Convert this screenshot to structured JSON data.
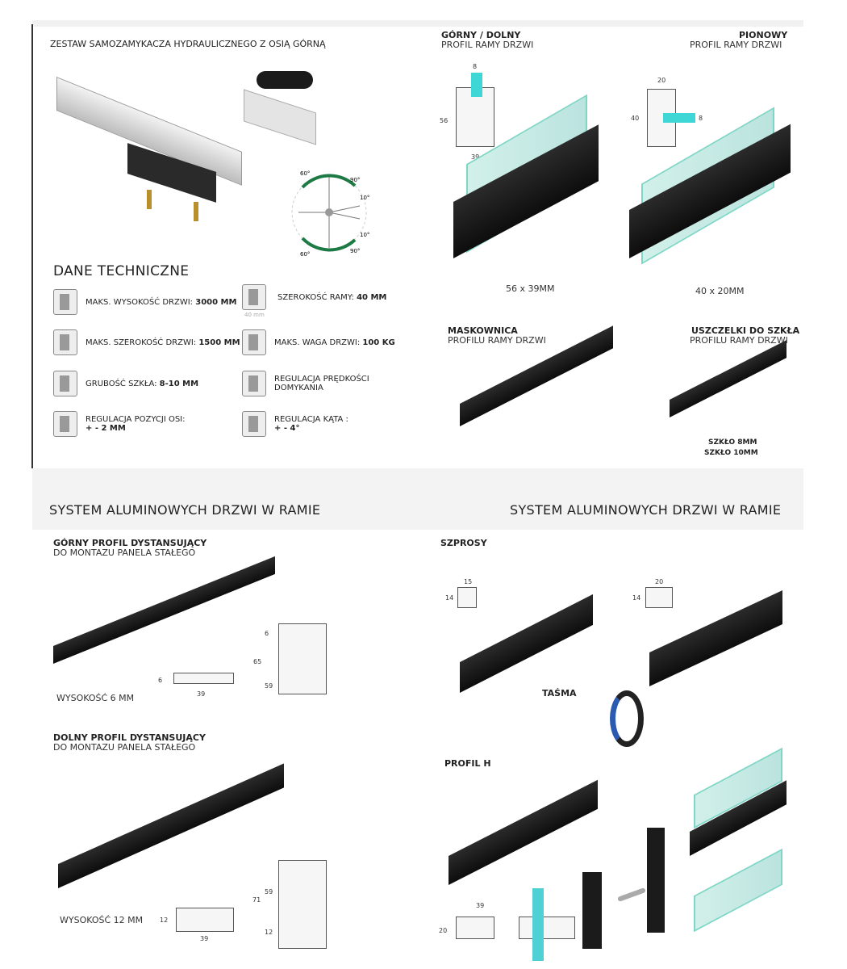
{
  "closer_kit": {
    "title": "ZESTAW SAMOZAMYKACZA HYDRAULICZNEGO Z OSIĄ GÓRNĄ",
    "angles": [
      "60°",
      "90°",
      "10°",
      "60°",
      "90°",
      "10°"
    ]
  },
  "tech": {
    "title": "DANE TECHNICZNE",
    "specs": [
      {
        "label": "MAKS. WYSOKOŚĆ DRZWI: ",
        "value": "3000 MM",
        "icon": "door-height-icon"
      },
      {
        "label": "SZEROKOŚĆ RAMY: ",
        "value": "40 MM",
        "icon": "frame-width-icon",
        "caption": "40 mm"
      },
      {
        "label": "MAKS. SZEROKOŚĆ DRZWI: ",
        "value": "1500 MM",
        "icon": "door-width-icon"
      },
      {
        "label": "MAKS. WAGA DRZWI: ",
        "value": "100 KG",
        "icon": "weight-icon"
      },
      {
        "label": "GRUBOŚĆ SZKŁA: ",
        "value": "8-10 MM",
        "icon": "glass-thickness-icon"
      },
      {
        "label": "REGULACJA PRĘDKOŚCI DOMYKANIA",
        "value": "",
        "icon": "speed-icon"
      },
      {
        "label": "REGULACJA POZYCJI OSI:",
        "value": "+ - 2 MM",
        "icon": "axis-position-icon"
      },
      {
        "label": "REGULACJA KĄTA :",
        "value": "+ - 4°",
        "icon": "angle-icon"
      }
    ]
  },
  "profiles": {
    "top_bottom": {
      "title": "GÓRNY / DOLNY",
      "subtitle": "PROFIL RAMY DRZWI",
      "size": "56 x 39MM",
      "dims": [
        "8",
        "56",
        "39"
      ]
    },
    "vertical": {
      "title": "PIONOWY",
      "subtitle": "PROFIL RAMY DRZWI",
      "size": "40 x 20MM",
      "dims": [
        "20",
        "40",
        "8"
      ]
    },
    "cover": {
      "title": "MASKOWNICA",
      "subtitle": "PROFILU RAMY DRZWI"
    },
    "seals": {
      "title": "USZCZELKI DO SZKŁA",
      "subtitle": "PROFILU RAMY DRZWI",
      "notes": [
        "SZKŁO 8MM",
        "SZKŁO 10MM"
      ]
    }
  },
  "section_headers": [
    "SYSTEM ALUMINOWYCH DRZWI W RAMIE",
    "SYSTEM ALUMINOWYCH DRZWI W RAMIE"
  ],
  "spacers": {
    "top": {
      "title": "GÓRNY PROFIL DYSTANSUJĄCY",
      "subtitle": "DO MONTAZU PANELA STAŁEGO",
      "height": "WYSOKOŚĆ 6 MM",
      "dims": [
        "6",
        "39",
        "6",
        "65",
        "59"
      ]
    },
    "bottom": {
      "title": "DOLNY PROFIL DYSTANSUJĄCY",
      "subtitle": "DO MONTAZU PANELA STAŁEGO",
      "height": "WYSOKOŚĆ 12 MM",
      "dims": [
        "12",
        "39",
        "71",
        "59",
        "12"
      ]
    }
  },
  "muntins": {
    "title": "SZPROSY",
    "dims_a": [
      "15",
      "14"
    ],
    "dims_b": [
      "20",
      "14"
    ]
  },
  "tape": {
    "title": "TAŚMA"
  },
  "h_profile": {
    "title": "PROFIL H",
    "dims": [
      "39",
      "20"
    ]
  }
}
